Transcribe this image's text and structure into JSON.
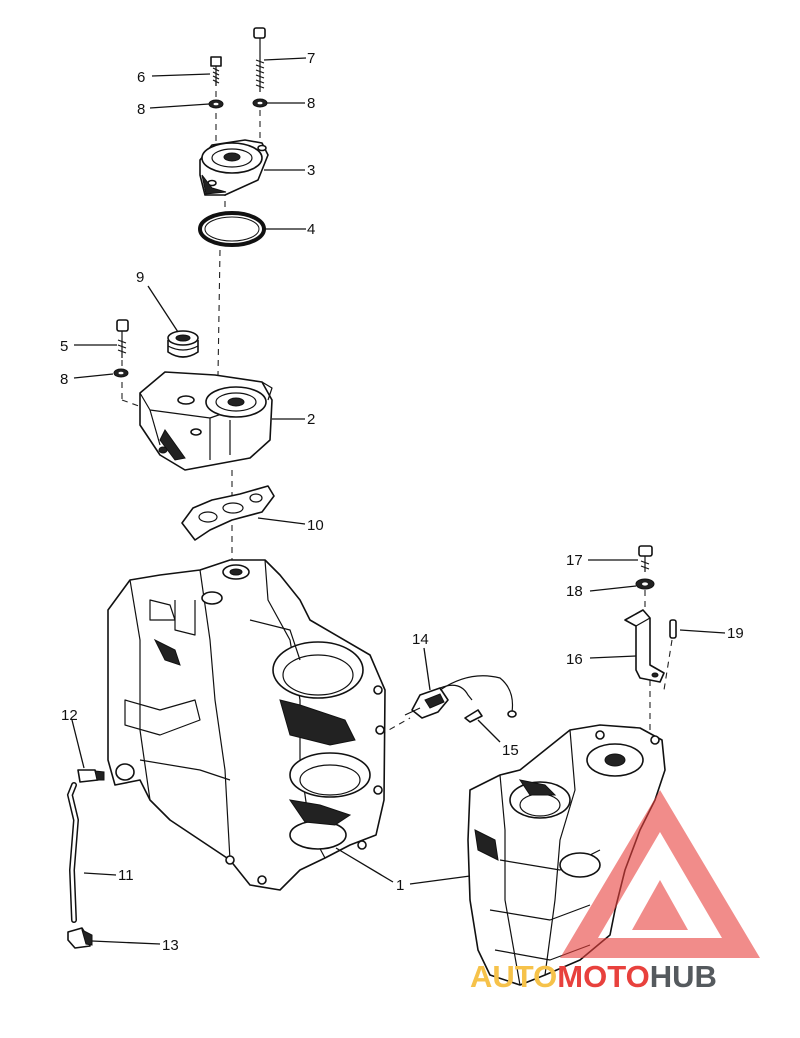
{
  "diagram": {
    "callouts": [
      {
        "id": "6",
        "text": "6"
      },
      {
        "id": "7",
        "text": "7"
      },
      {
        "id": "8a",
        "text": "8"
      },
      {
        "id": "8b",
        "text": "8"
      },
      {
        "id": "3",
        "text": "3"
      },
      {
        "id": "4",
        "text": "4"
      },
      {
        "id": "9",
        "text": "9"
      },
      {
        "id": "5",
        "text": "5"
      },
      {
        "id": "8c",
        "text": "8"
      },
      {
        "id": "2",
        "text": "2"
      },
      {
        "id": "10",
        "text": "10"
      },
      {
        "id": "17",
        "text": "17"
      },
      {
        "id": "18",
        "text": "18"
      },
      {
        "id": "19",
        "text": "19"
      },
      {
        "id": "16",
        "text": "16"
      },
      {
        "id": "14",
        "text": "14"
      },
      {
        "id": "15",
        "text": "15"
      },
      {
        "id": "12",
        "text": "12"
      },
      {
        "id": "11",
        "text": "11"
      },
      {
        "id": "1",
        "text": "1"
      },
      {
        "id": "13",
        "text": "13"
      }
    ]
  },
  "watermark": {
    "part1": "AUTO",
    "part2": "MOTO",
    "part3": "HUB",
    "colors": {
      "auto": "#f6c24a",
      "moto": "#e8413d",
      "hub": "#555a5e",
      "logo": "#e8413d"
    }
  }
}
